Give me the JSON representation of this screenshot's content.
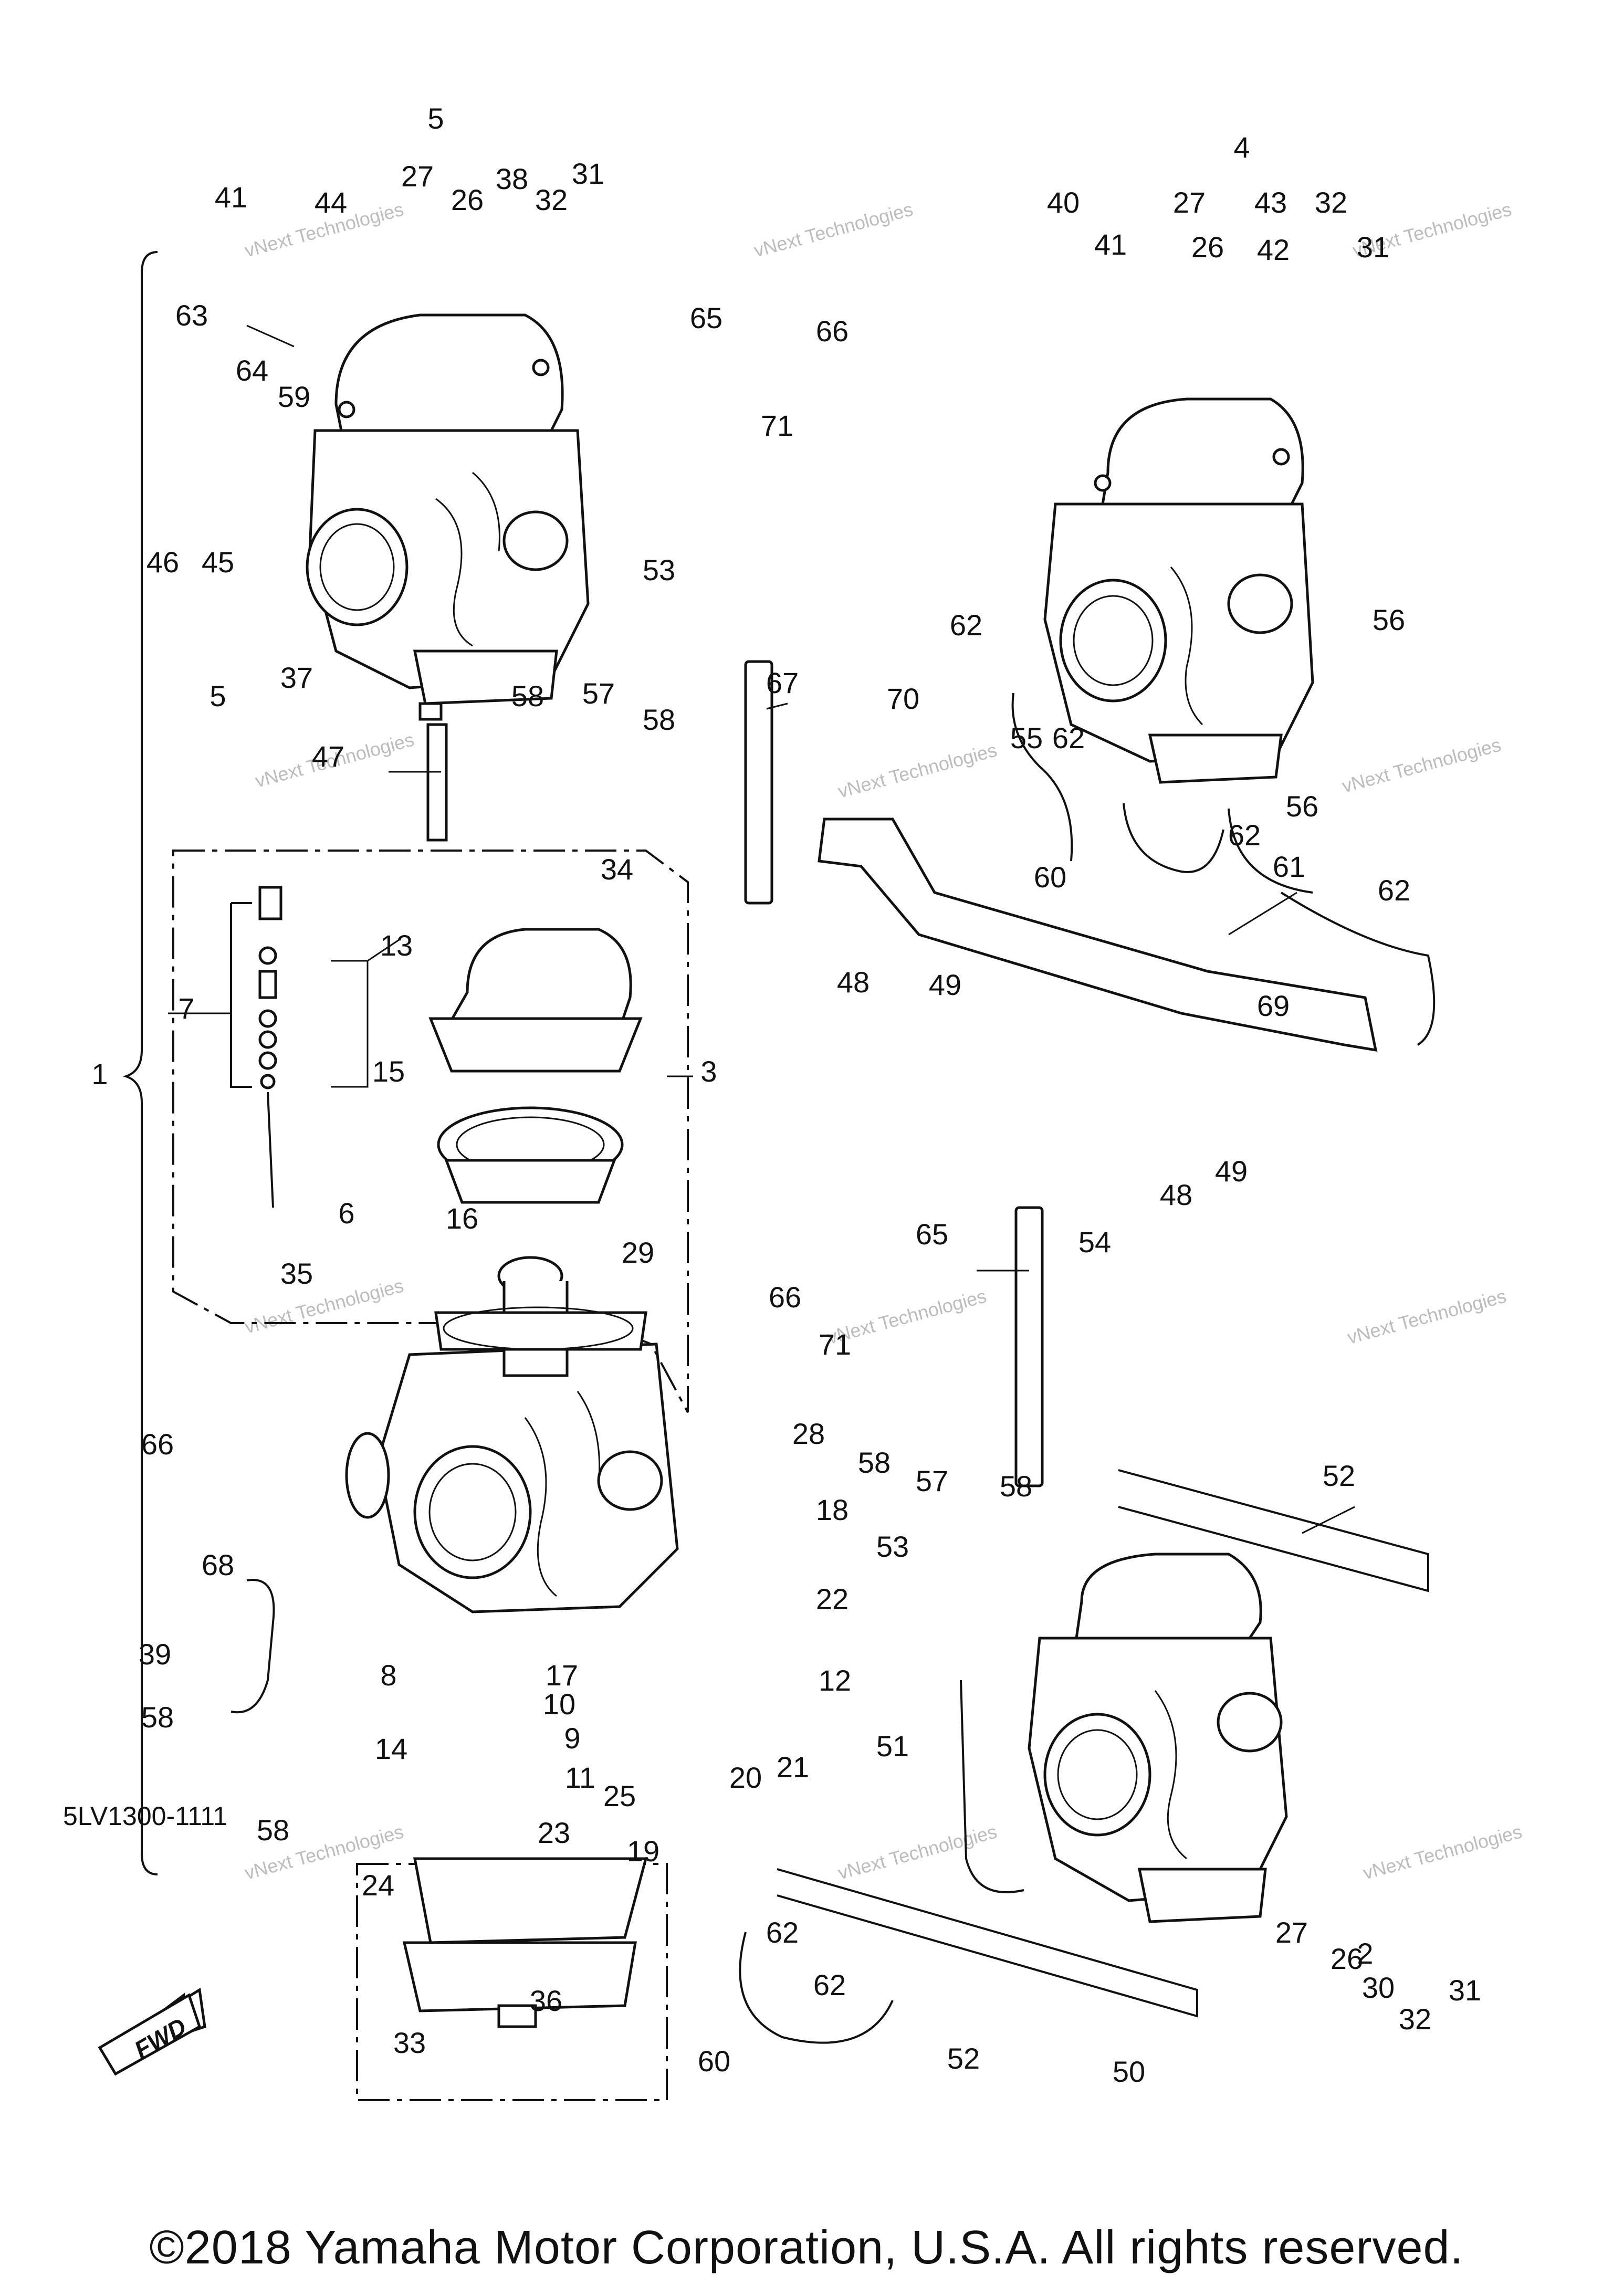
{
  "diagram": {
    "part_numbers": [
      "1",
      "2",
      "3",
      "4",
      "5",
      "6",
      "7",
      "8",
      "9",
      "10",
      "11",
      "12",
      "13",
      "14",
      "15",
      "16",
      "17",
      "18",
      "19",
      "20",
      "21",
      "22",
      "23",
      "24",
      "25",
      "26",
      "27",
      "28",
      "29",
      "30",
      "31",
      "32",
      "33",
      "34",
      "35",
      "36",
      "37",
      "38",
      "39",
      "40",
      "41",
      "42",
      "43",
      "44",
      "45",
      "46",
      "47",
      "48",
      "49",
      "50",
      "51",
      "52",
      "53",
      "54",
      "55",
      "56",
      "57",
      "58",
      "59",
      "60",
      "61",
      "62",
      "63",
      "64",
      "65",
      "66",
      "67",
      "68",
      "69",
      "70",
      "71"
    ],
    "watermark_text": [
      "vNext Technologies"
    ],
    "fwd_label": "FWD",
    "diagram_code": "5LV1300-1111",
    "copyright": "©2018 Yamaha Motor Corporation, U.S.A. All rights reserved."
  }
}
